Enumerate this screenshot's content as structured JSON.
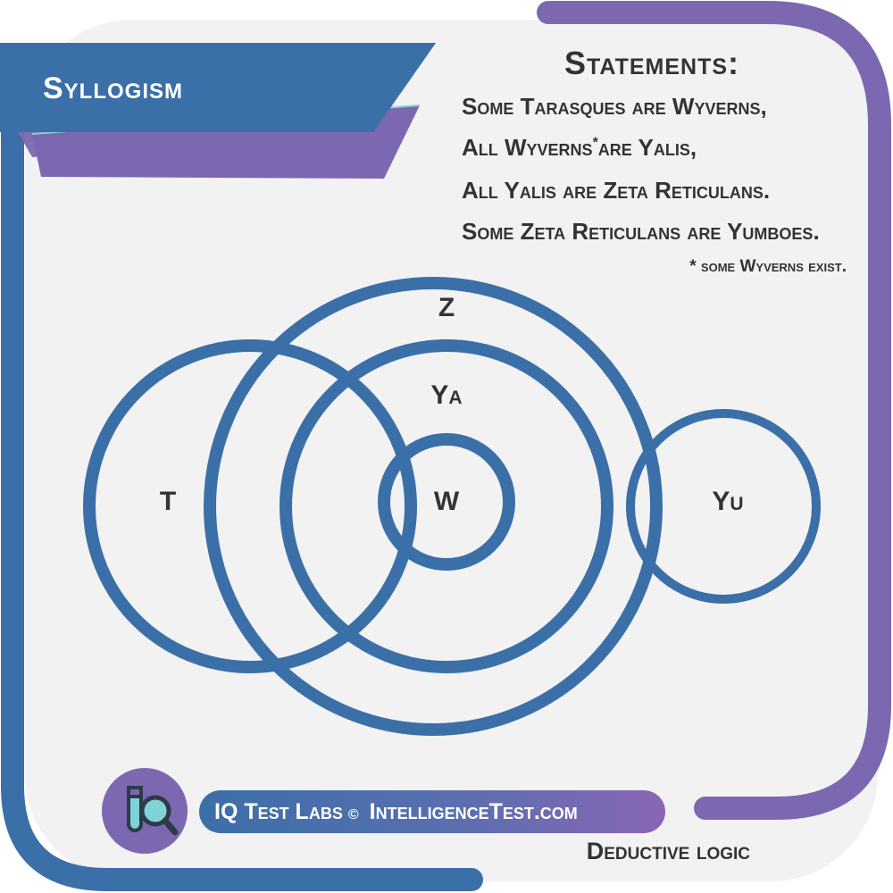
{
  "banner": {
    "title": "Syllogism"
  },
  "statements": {
    "heading": "Statements:",
    "items": [
      {
        "text": "Some Tarasques are Wyverns,"
      },
      {
        "text": "All Wyverns",
        "sup": "*",
        "text2": "are Yalis,"
      },
      {
        "text": "All Yalis are Zeta Reticulans."
      },
      {
        "text": "Some Zeta Reticulans are Yumboes."
      }
    ],
    "footnote": "* some Wyverns exist."
  },
  "diagram": {
    "colors": {
      "circle": "#3b6fa8",
      "background": "#f2f2f2",
      "purple": "#7b68b0"
    },
    "sets": [
      {
        "id": "Z",
        "label": "Z",
        "sub": ""
      },
      {
        "id": "T",
        "label": "T",
        "sub": ""
      },
      {
        "id": "YA",
        "label": "Y",
        "sub": "A"
      },
      {
        "id": "W",
        "label": "W",
        "sub": ""
      },
      {
        "id": "YU",
        "label": "Y",
        "sub": "U"
      }
    ]
  },
  "footer": {
    "brand": "IQ Test Labs",
    "copyright": "©",
    "site": "IntelligenceTest.com",
    "tag": "Deductive logic",
    "logo_icon": "magnifier-flask-icon"
  }
}
